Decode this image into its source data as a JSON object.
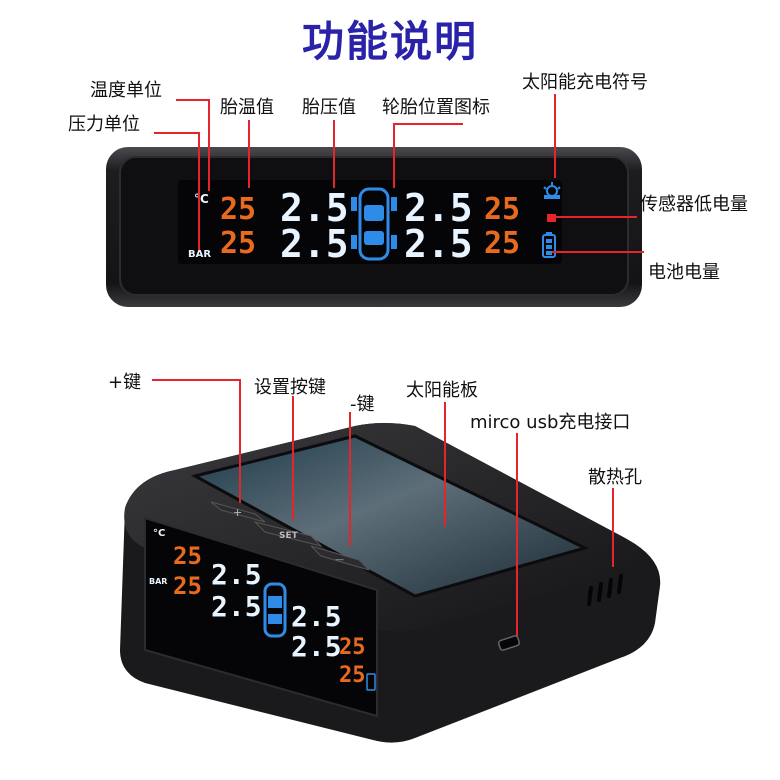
{
  "title": "功能说明",
  "labels": {
    "temp_unit": "温度单位",
    "pressure_unit": "压力单位",
    "tire_temp": "胎温值",
    "tire_pressure": "胎压值",
    "tire_position_icon": "轮胎位置图标",
    "solar_symbol": "太阳能充电符号",
    "sensor_low_battery": "传感器低电量",
    "battery_level": "电池电量",
    "plus_key": "+键",
    "set_key": "设置按键",
    "minus_key": "-键",
    "solar_panel": "太阳能板",
    "usb_port": "mirco  usb充电接口",
    "vent_holes": "散热孔"
  },
  "display": {
    "temp_unit": "°C",
    "pressure_unit": "BAR",
    "temps": [
      "25",
      "25",
      "25",
      "25"
    ],
    "pressures": [
      "2.5",
      "2.5",
      "2.5",
      "2.5"
    ],
    "set_button": "SET",
    "plus_button": "+",
    "minus_button": "—"
  },
  "colors": {
    "title": "#2a22a8",
    "pointer_line": "#e4262c",
    "lcd_temp": "#e86a1e",
    "lcd_pressure": "#e8f4ff",
    "lcd_icon": "#2f8be8"
  }
}
